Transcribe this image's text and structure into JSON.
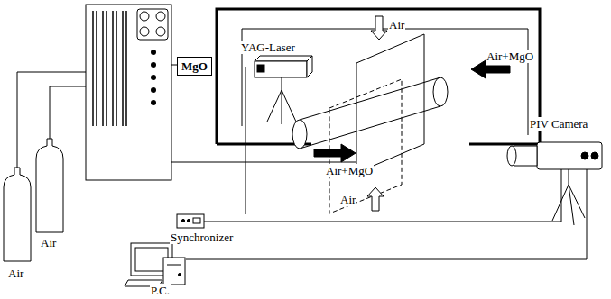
{
  "diagram": {
    "nodes": [
      {
        "text": [
          "MgO"
        ]
      }
    ],
    "labels": [
      "Air",
      "Air",
      "YAG-Laser",
      "Air",
      "Air+MgO",
      "Air+MgO",
      "Air",
      "PIV Camera",
      "Synchronizer",
      "P.C."
    ]
  }
}
